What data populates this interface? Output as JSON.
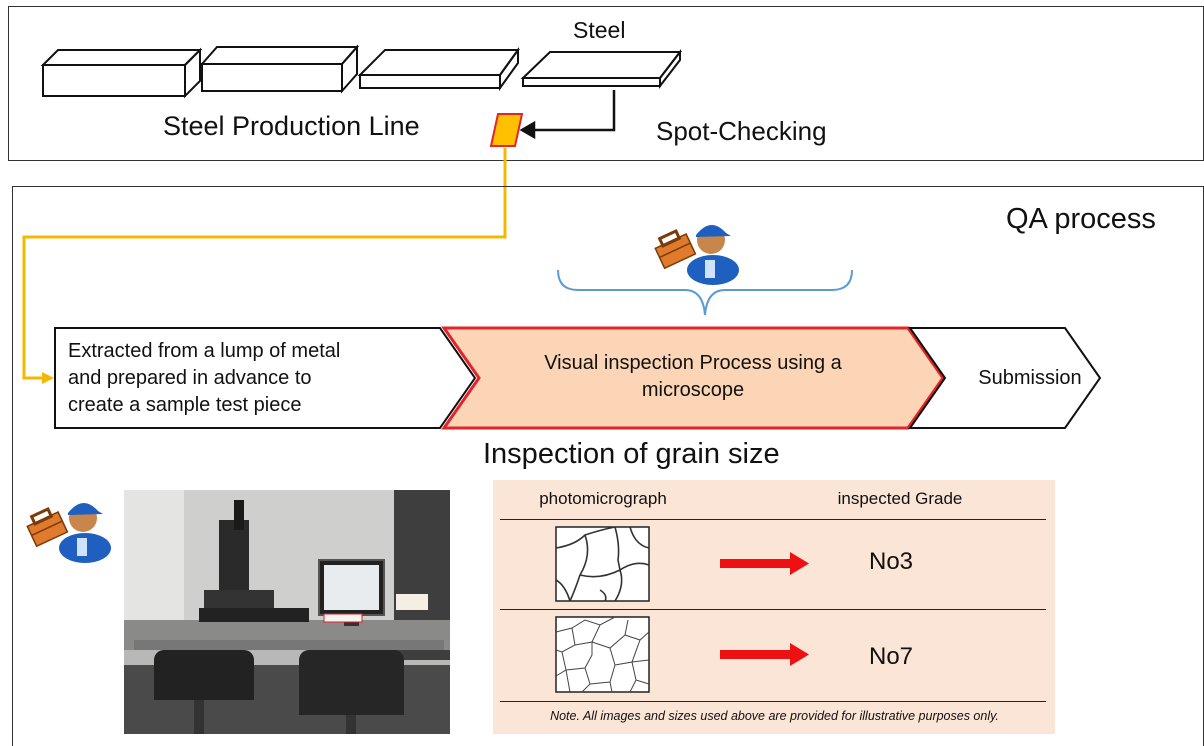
{
  "top": {
    "steel_label": "Steel",
    "line_label": "Steel Production Line",
    "spot_label": "Spot-Checking"
  },
  "qa": {
    "title": "QA process",
    "steps": [
      "Extracted from a lump of metal and prepared in advance to create a sample test piece",
      "Visual inspection Process using a microscope",
      "Submission"
    ],
    "step_lines": [
      [
        "Extracted from a lump of metal",
        "and prepared in advance to",
        "create a sample test piece"
      ],
      [
        "Visual inspection Process using a",
        "microscope"
      ],
      [
        "Submission"
      ]
    ],
    "grain_title": "Inspection of grain size"
  },
  "table": {
    "header_photo": "photomicrograph",
    "header_grade": "inspected Grade",
    "rows": [
      {
        "grade": "No3"
      },
      {
        "grade": "No7"
      }
    ],
    "note": "Note. All images and sizes used above are provided for illustrative purposes only."
  },
  "colors": {
    "chevron_fill": "#fbd5b5",
    "chevron_border": "#e3242b",
    "flow_line": "#f5b800",
    "sample_fill": "#ffc000",
    "sample_border": "#e3242b",
    "brace": "#5b9bd5",
    "arrow_red": "#ee1111",
    "table_bg": "#fbe5d6",
    "worker_body": "#1f5fbf",
    "worker_skin": "#c8864a",
    "toolbox": "#e07a2c"
  },
  "icons": [
    "worker-with-toolbox-icon",
    "microscope-station-photo"
  ]
}
